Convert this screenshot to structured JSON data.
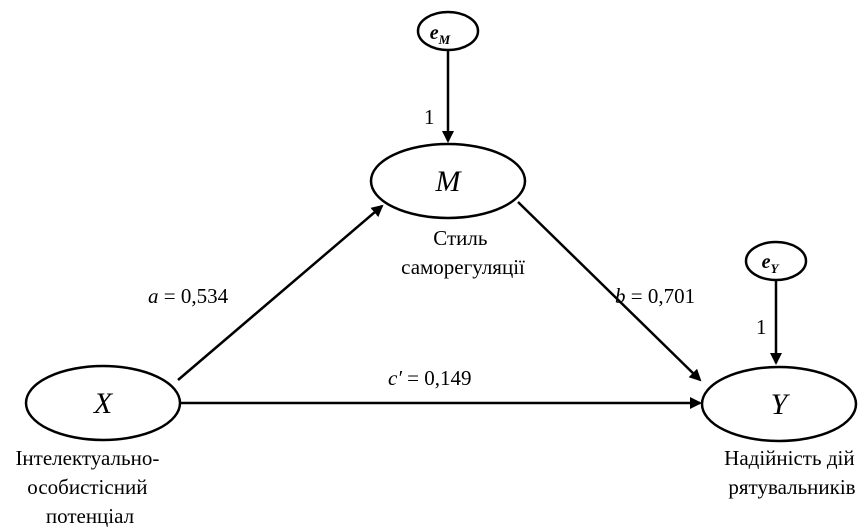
{
  "nodes": {
    "x": {
      "symbol": "X",
      "label_lines": [
        "Інтелектуально-",
        "особистісний",
        "потенціал"
      ]
    },
    "m": {
      "symbol": "M",
      "label_lines": [
        "Стиль",
        "саморегуляції"
      ]
    },
    "y": {
      "symbol": "Y",
      "label_lines": [
        "Надійність дій",
        "рятувальників"
      ]
    },
    "e_m": {
      "symbol": "e",
      "subscript": "M"
    },
    "e_y": {
      "symbol": "e",
      "subscript": "Y"
    }
  },
  "paths": {
    "a": {
      "name": "a",
      "eq": " = ",
      "value": "0,534"
    },
    "b": {
      "name": "b",
      "eq": " = ",
      "value": "0,701"
    },
    "c_prime": {
      "name": "c′",
      "eq": " = ",
      "value": "0,149"
    },
    "e_m_to_m": {
      "value": "1"
    },
    "e_y_to_y": {
      "value": "1"
    }
  },
  "colors": {
    "stroke": "#000000",
    "background": "#ffffff"
  }
}
